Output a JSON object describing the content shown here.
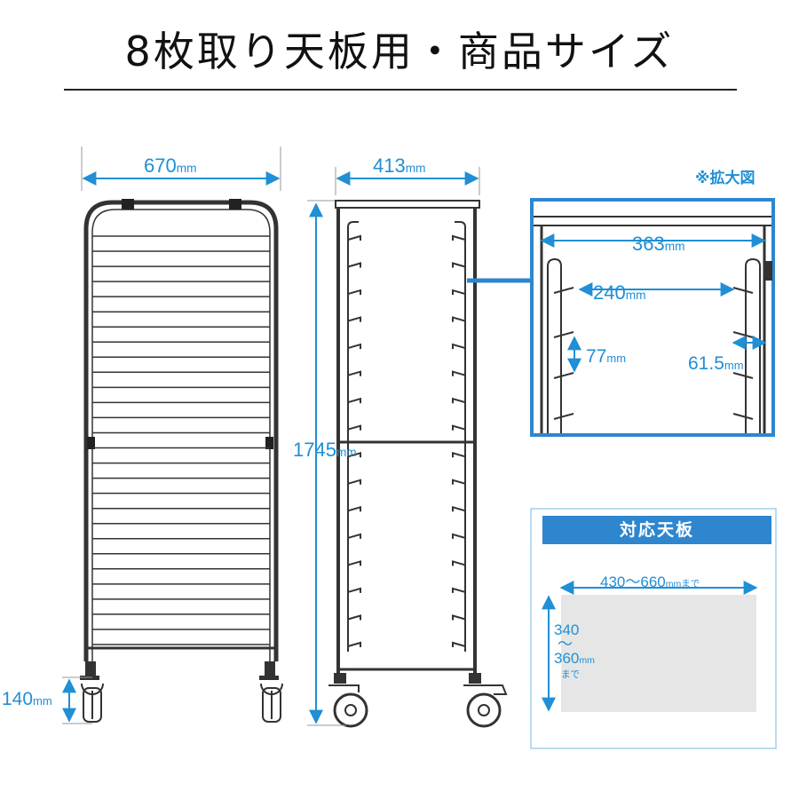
{
  "title": "8枚取り天板用・商品サイズ",
  "dimensions": {
    "width": "670",
    "depth": "413",
    "height": "1745",
    "caster_height": "140",
    "inner_depth": "363",
    "inner_gap": "240",
    "shelf_pitch": "77",
    "rail_length": "61.5",
    "unit": "mm"
  },
  "enlarge_note": "※拡大図",
  "tray_panel": {
    "header": "対応天板",
    "width_range": "430〜660",
    "width_suffix": "まで",
    "depth_from": "340",
    "depth_sep": "〜",
    "depth_to": "360",
    "depth_suffix": "まで"
  },
  "colors": {
    "accent": "#1f8fd6",
    "header_bg": "#2e86cf",
    "frame": "#333333",
    "tray_fill": "#e6e6e6"
  },
  "counts": {
    "front_slats": 28,
    "side_rails": 16
  }
}
